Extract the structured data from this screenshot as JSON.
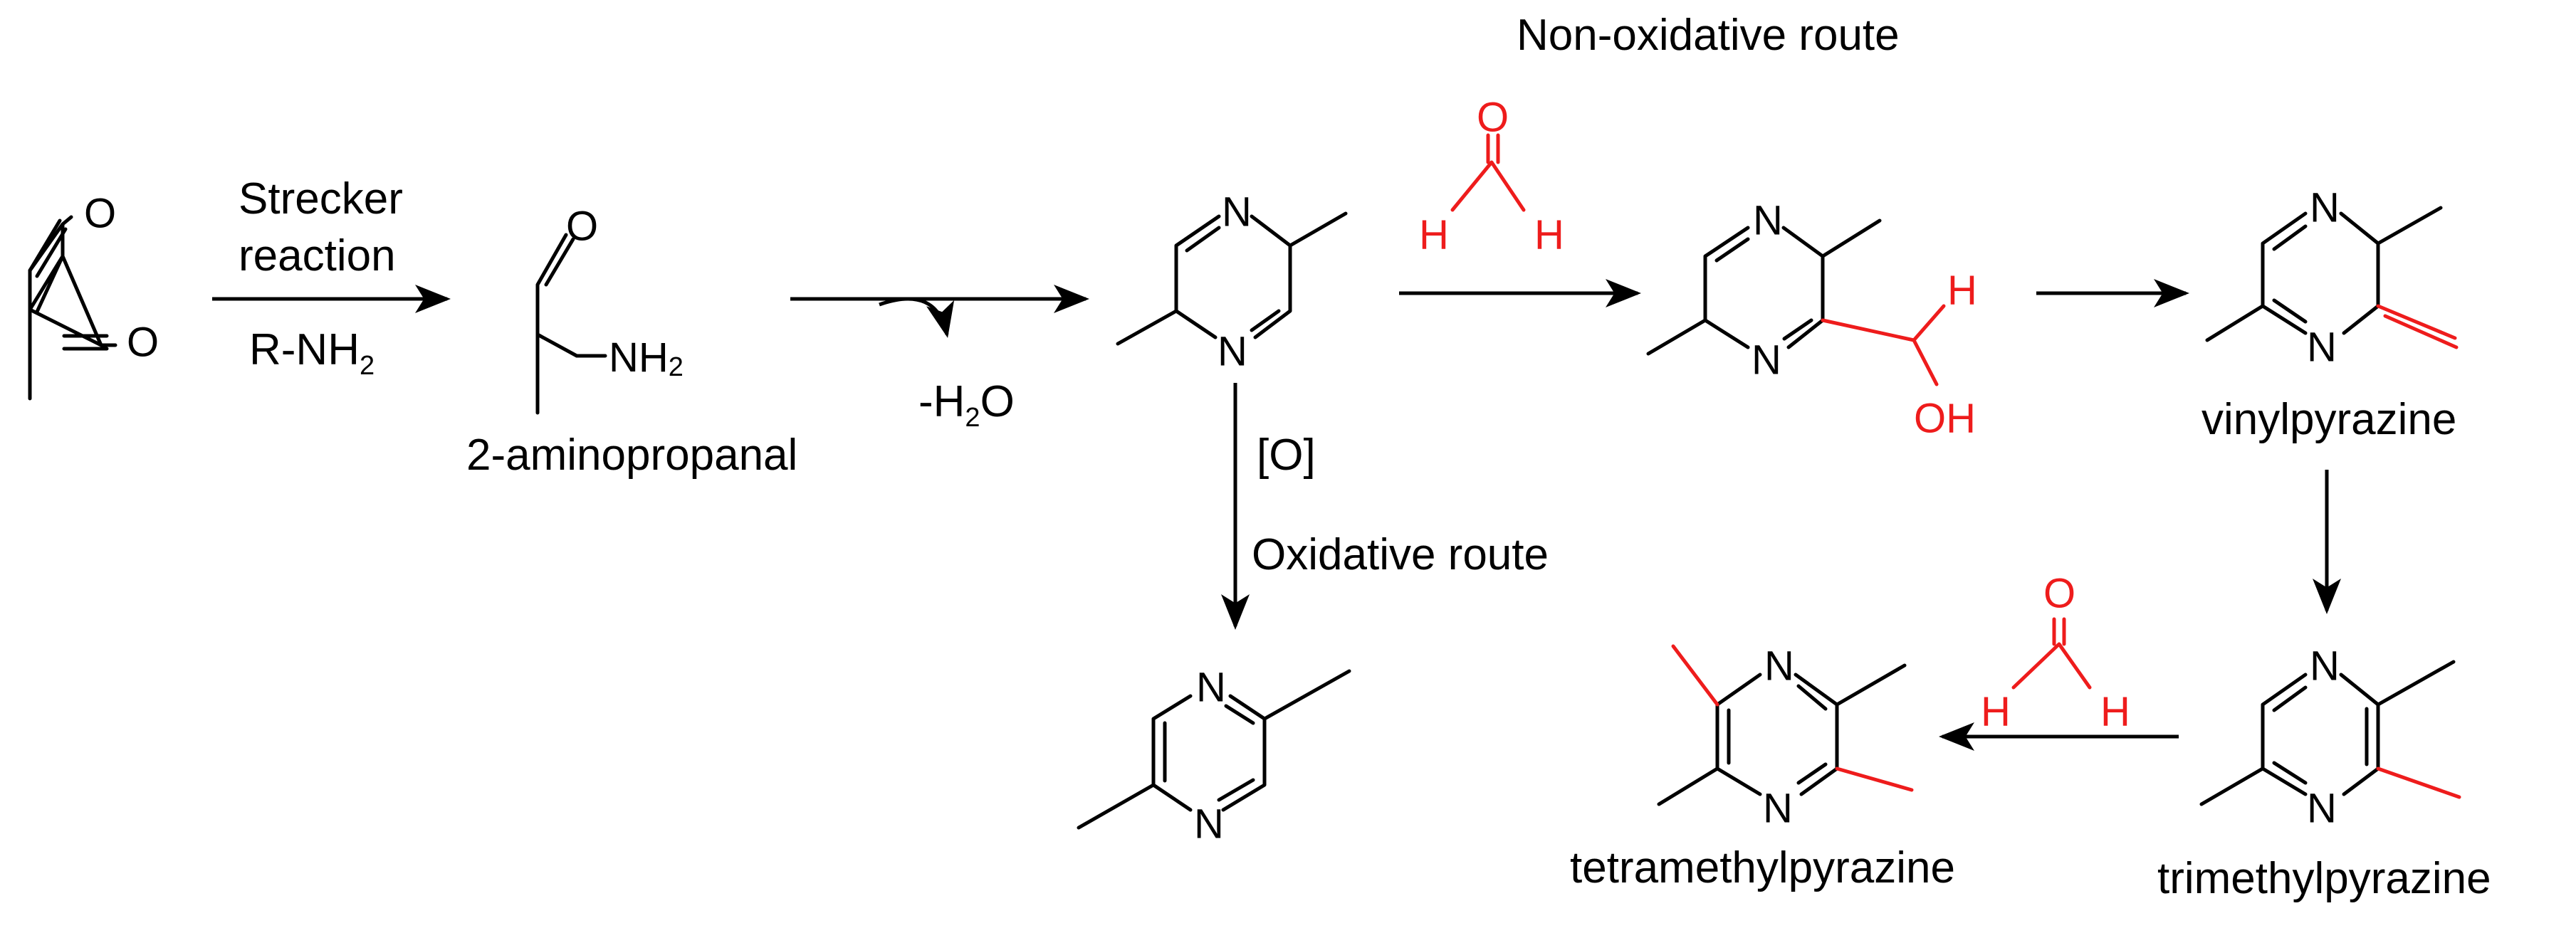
{
  "colors": {
    "black": "#000000",
    "red": "#ee1c1c"
  },
  "atoms": {
    "O": "O",
    "N": "N",
    "H": "H",
    "OH": "OH",
    "NH": "NH",
    "two": "2",
    "NH2_label": "NH"
  },
  "labels": {
    "strecker_line1": "Strecker",
    "strecker_line2": "reaction",
    "r_nh2": "R-NH",
    "subscript_2": "2",
    "minus_h2o_a": "-H",
    "minus_h2o_b": "O",
    "aminopropanal": "2-aminopropanal",
    "oxidant": "[O]",
    "oxidative_route": "Oxidative route",
    "non_oxidative_route": "Non-oxidative route",
    "vinylpyrazine": "vinylpyrazine",
    "trimethylpyrazine": "trimethylpyrazine",
    "tetramethylpyrazine": "tetramethylpyrazine"
  }
}
